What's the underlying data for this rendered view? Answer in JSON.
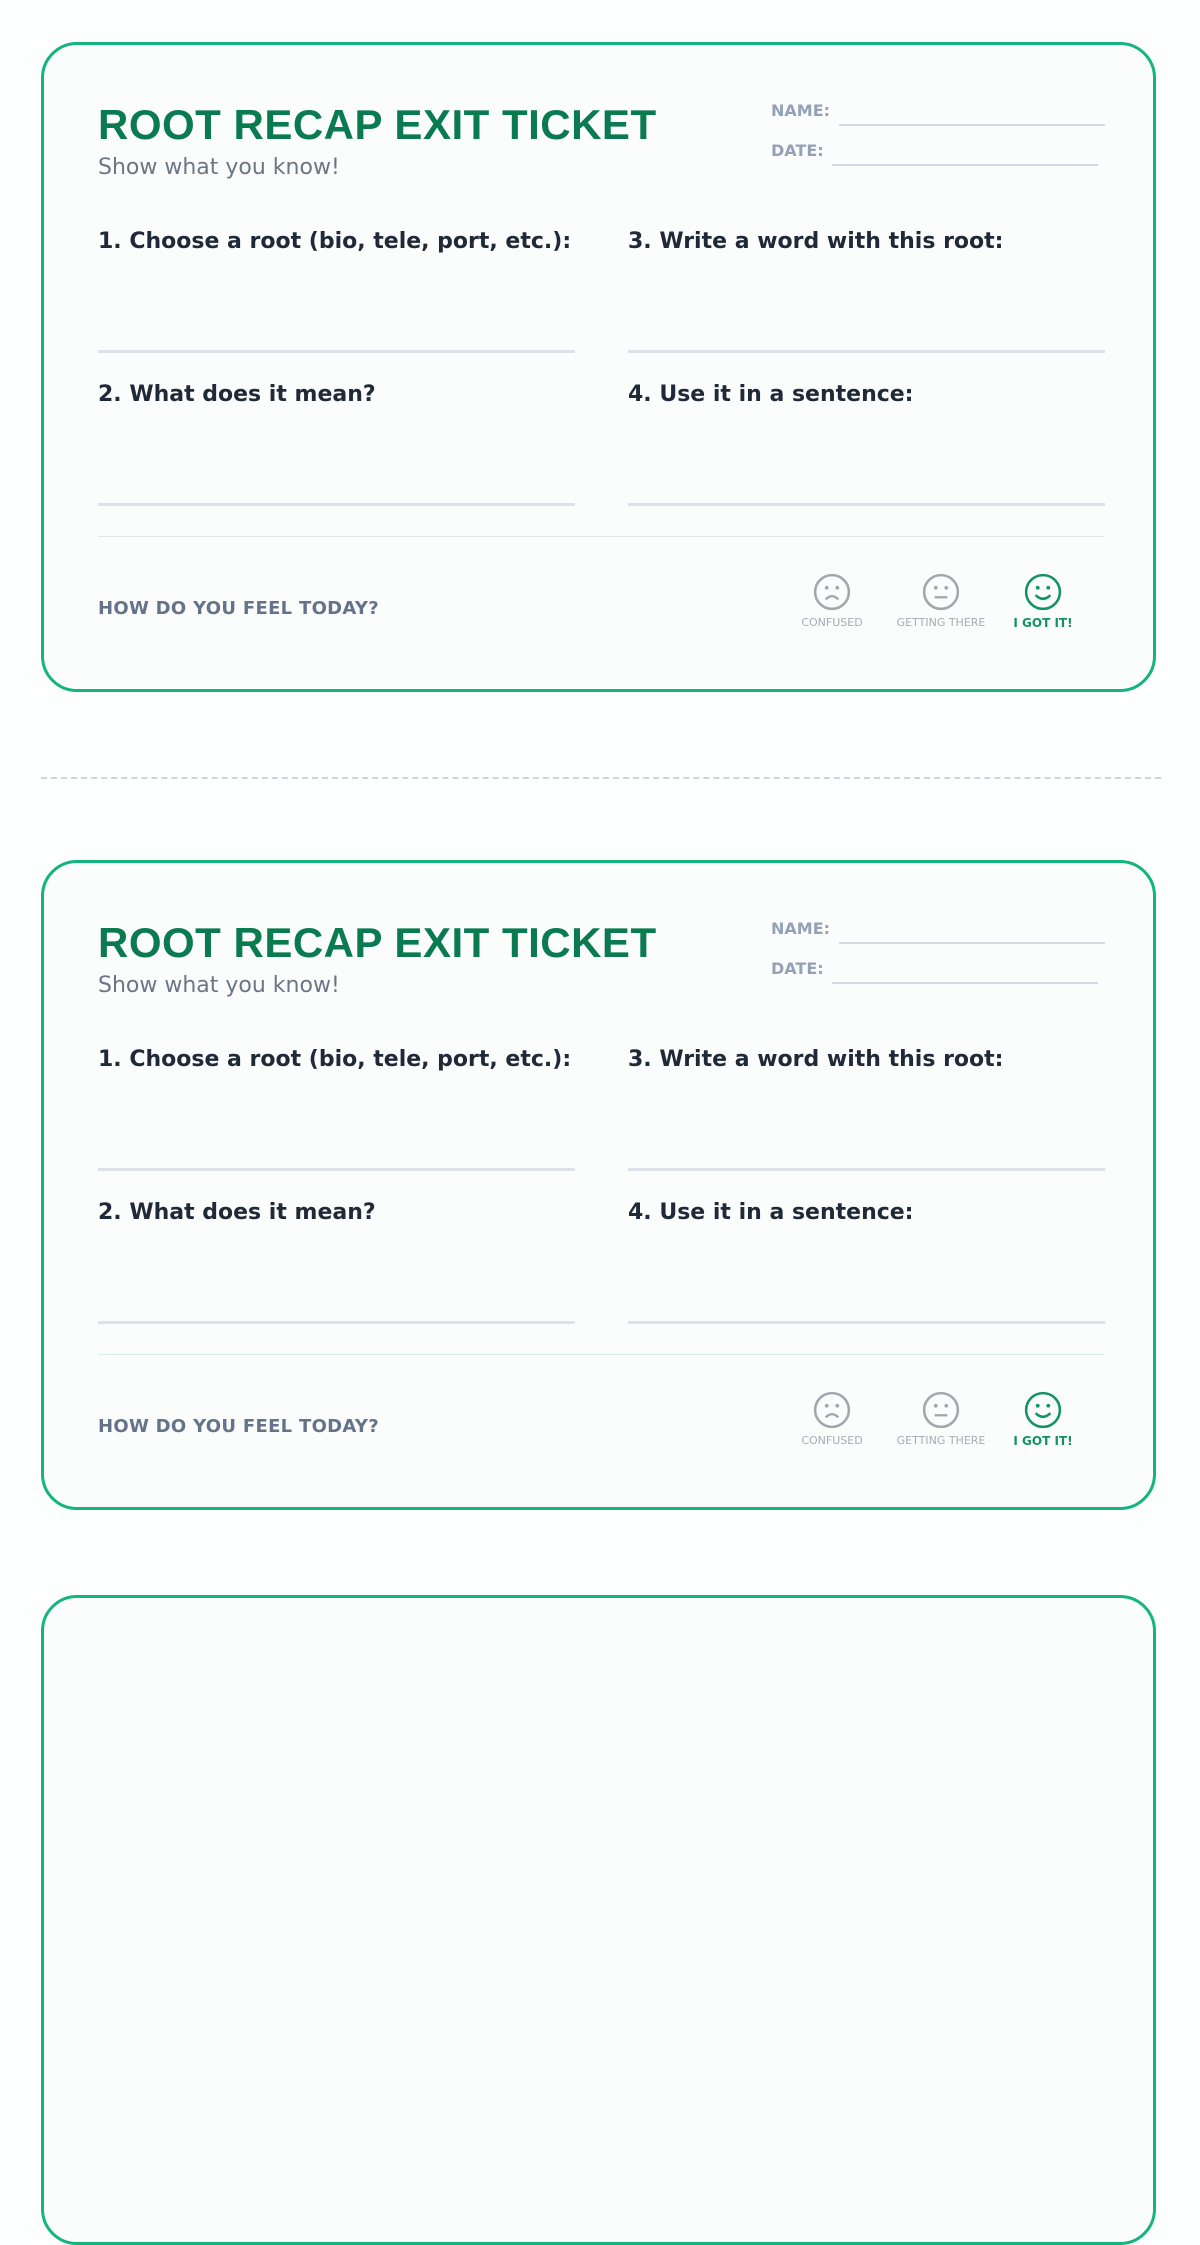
{
  "tickets": [
    {
      "title": "ROOT RECAP EXIT TICKET",
      "subtitle": "Show what you know!",
      "name_label": "NAME:",
      "date_label": "DATE:",
      "questions": [
        "1. Choose a root (bio, tele, port, etc.):",
        "2. What does it mean?",
        "3. Write a word with this root:",
        "4. Use it in a sentence:"
      ],
      "feeling_prompt": "HOW DO YOU FEEL TODAY?",
      "moods": [
        "CONFUSED",
        "GETTING THERE",
        "I GOT IT!"
      ]
    },
    {
      "title": "ROOT RECAP EXIT TICKET",
      "subtitle": "Show what you know!",
      "name_label": "NAME:",
      "date_label": "DATE:",
      "questions": [
        "1. Choose a root (bio, tele, port, etc.):",
        "2. What does it mean?",
        "3. Write a word with this root:",
        "4. Use it in a sentence:"
      ],
      "feeling_prompt": "HOW DO YOU FEEL TODAY?",
      "moods": [
        "CONFUSED",
        "GETTING THERE",
        "I GOT IT!"
      ]
    }
  ],
  "colors": {
    "accent": "#14b57c",
    "title": "#0a7a51",
    "muted": "#94a1b6"
  }
}
